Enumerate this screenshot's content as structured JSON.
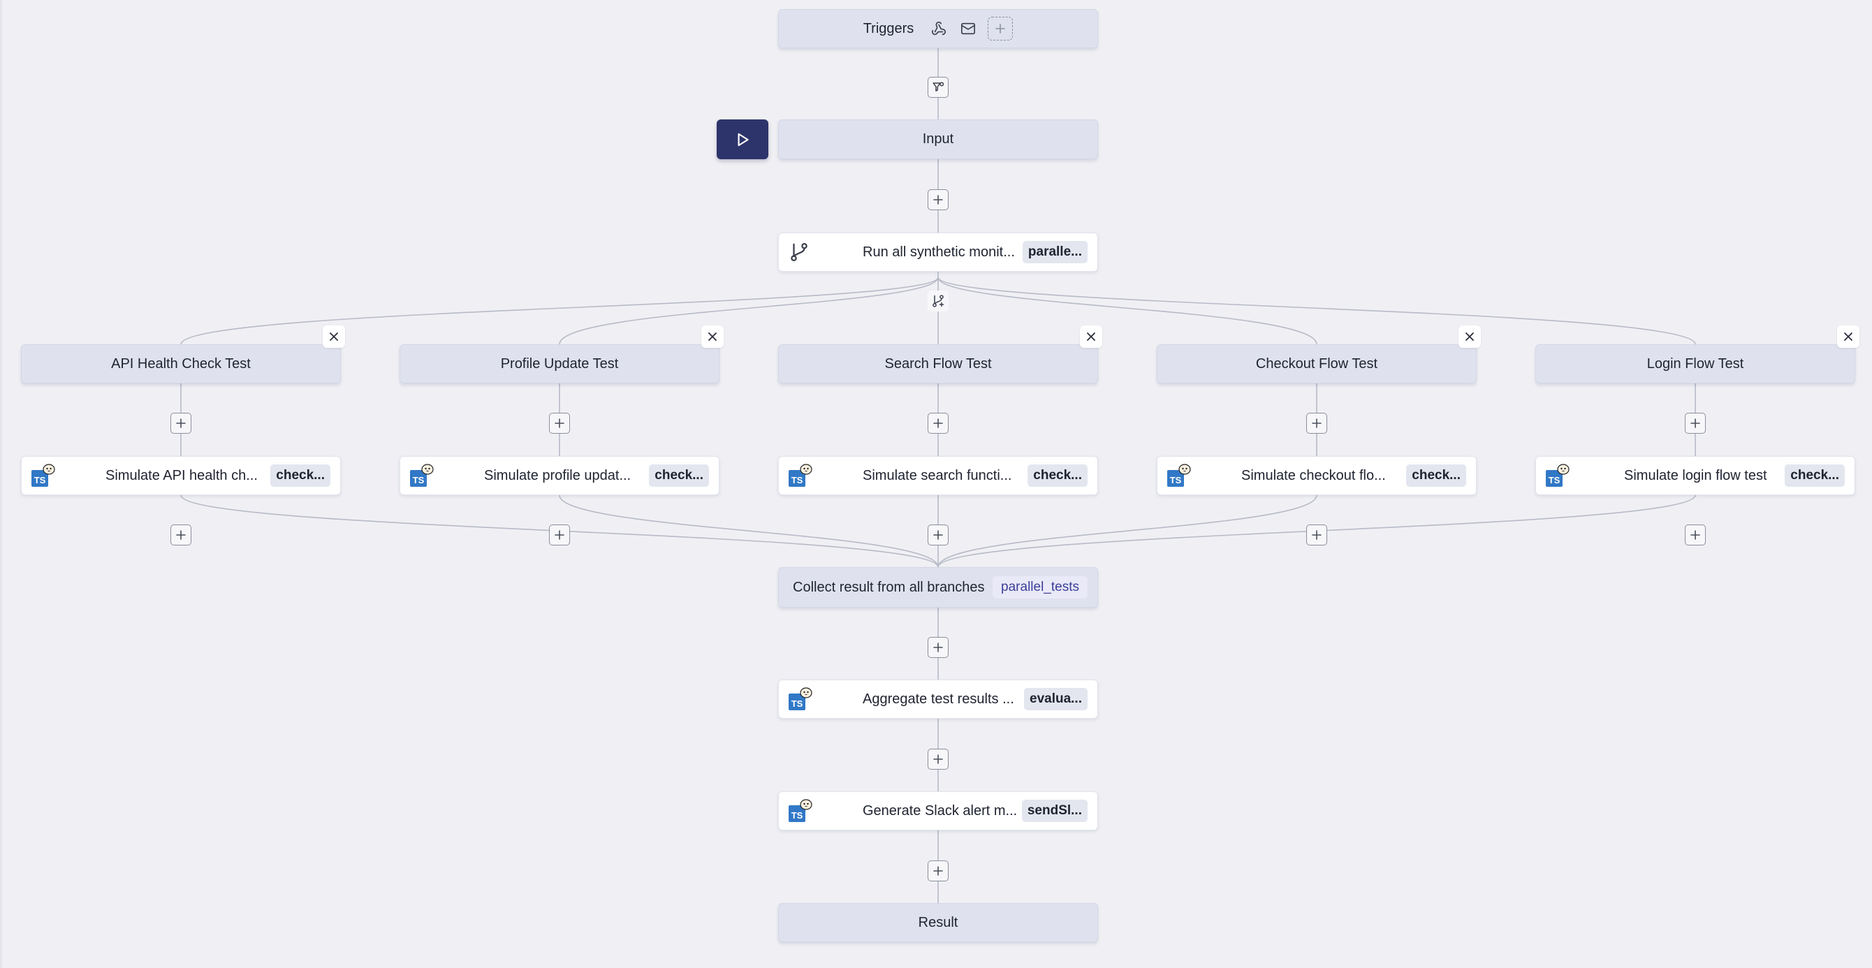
{
  "triggers": {
    "label": "Triggers"
  },
  "input": {
    "label": "Input"
  },
  "loop_node": {
    "label": "Run all synthetic monit...",
    "tag": "paralle..."
  },
  "branches": [
    {
      "label": "API Health Check Test",
      "step_label": "Simulate API health ch...",
      "step_tag": "check..."
    },
    {
      "label": "Profile Update Test",
      "step_label": "Simulate profile updat...",
      "step_tag": "check..."
    },
    {
      "label": "Search Flow Test",
      "step_label": "Simulate search functi...",
      "step_tag": "check..."
    },
    {
      "label": "Checkout Flow Test",
      "step_label": "Simulate checkout flo...",
      "step_tag": "check..."
    },
    {
      "label": "Login Flow Test",
      "step_label": "Simulate login flow test",
      "step_tag": "check..."
    }
  ],
  "collect": {
    "label": "Collect result from all branches",
    "tag": "parallel_tests"
  },
  "aggregate": {
    "label": "Aggregate test results ...",
    "tag": "evalua..."
  },
  "slack": {
    "label": "Generate Slack alert m...",
    "tag": "sendSl..."
  },
  "result": {
    "label": "Result"
  },
  "colors": {
    "node_gray": "#dfe2ee",
    "run_button": "#2d346b",
    "connector": "#b7bac6",
    "ts_blue": "#3178c6"
  }
}
